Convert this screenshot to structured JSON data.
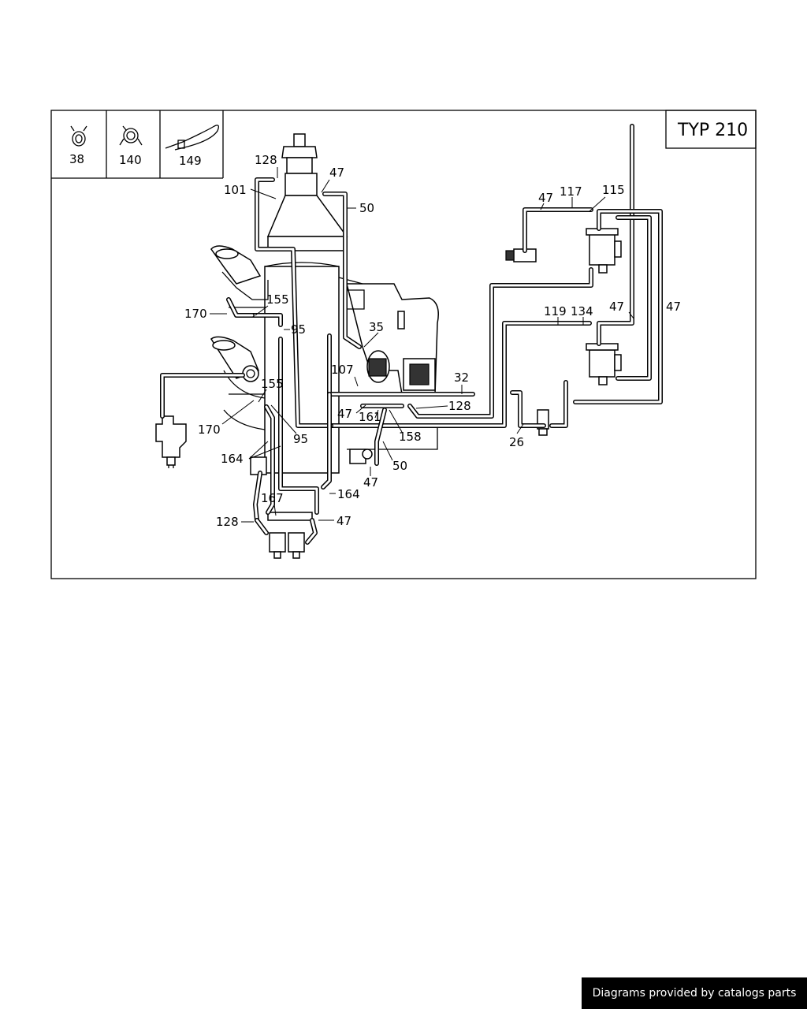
{
  "title": "TYP 210",
  "legend": [
    {
      "number": "38",
      "icon": "hose-clamp-icon"
    },
    {
      "number": "140",
      "icon": "spring-clamp-icon"
    },
    {
      "number": "149",
      "icon": "cable-tie-icon"
    }
  ],
  "callouts": [
    "128",
    "47",
    "101",
    "50",
    "47",
    "117",
    "115",
    "155",
    "170",
    "95",
    "35",
    "119",
    "134",
    "47",
    "47",
    "107",
    "32",
    "155",
    "128",
    "47",
    "161",
    "170",
    "95",
    "158",
    "26",
    "164",
    "50",
    "47",
    "164",
    "167",
    "128",
    "47"
  ],
  "credit": "Diagrams provided by catalogs parts"
}
